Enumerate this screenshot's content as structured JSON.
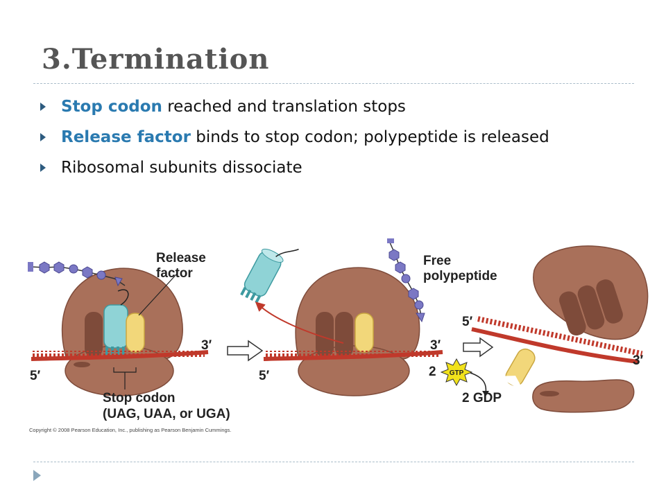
{
  "title": "3.Termination",
  "bullets": [
    {
      "highlight": "Stop codon",
      "text": " reached and translation stops"
    },
    {
      "highlight": "Release factor",
      "text": " binds to stop codon; polypeptide is released"
    },
    {
      "highlight": "",
      "text": "Ribosomal subunits dissociate"
    }
  ],
  "diagram": {
    "release_factor_label": [
      "Release",
      "factor"
    ],
    "free_polypeptide_label": [
      "Free",
      "polypeptide"
    ],
    "three_prime": "3′",
    "five_prime": "5′",
    "stop_codon_label": [
      "Stop codon",
      "(UAG, UAA, or UGA)"
    ],
    "gtp_count": "2",
    "gtp": "GTP",
    "gdp": "2 GDP"
  },
  "copyright": "Copyright © 2008 Pearson Education, Inc., publishing as Pearson Benjamin Cummings.",
  "colors": {
    "title": "#555555",
    "highlight": "#2a7ab0",
    "ribosome": "#a9705a",
    "release_factor": "#8fd3d6",
    "trna": "#f2d77a",
    "mrna": "#c0392b",
    "polypeptide": "#7b78c4"
  }
}
